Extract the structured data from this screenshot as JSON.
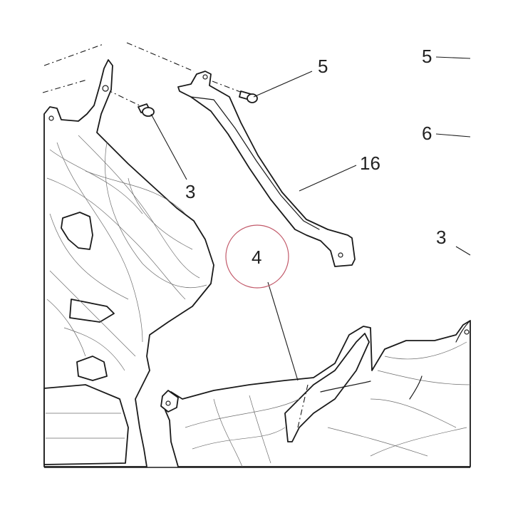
{
  "callouts": {
    "c5_top": "5",
    "c5_right": "5",
    "c6_right": "6",
    "c16": "16",
    "c3_left": "3",
    "c3_right": "3",
    "c4": "4"
  },
  "highlight_color": "#c25a6a"
}
